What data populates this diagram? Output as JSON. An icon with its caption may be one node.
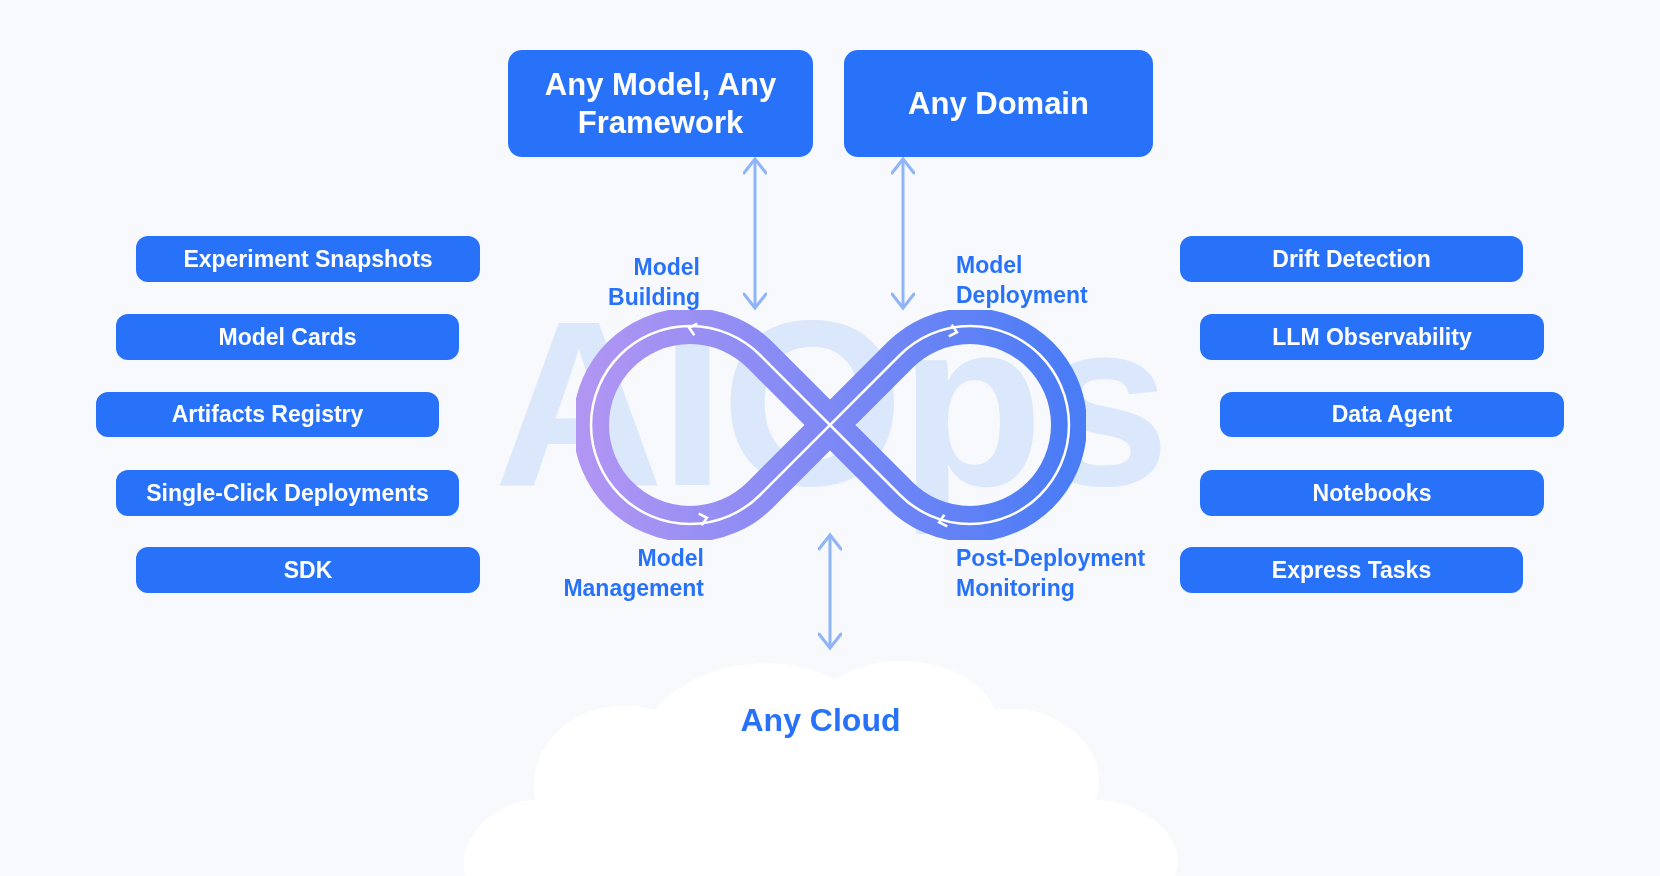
{
  "diagram": {
    "nodes": [
      {
        "text": [
          "Any Model, Any Framework"
        ]
      },
      {
        "text": [
          "Any Domain"
        ]
      },
      {
        "text": [
          "Experiment Snapshots"
        ]
      },
      {
        "text": [
          "Model Cards"
        ]
      },
      {
        "text": [
          "Artifacts Registry"
        ]
      },
      {
        "text": [
          "Single-Click Deployments"
        ]
      },
      {
        "text": [
          "SDK"
        ]
      },
      {
        "text": [
          "Drift Detection"
        ]
      },
      {
        "text": [
          "LLM Observability"
        ]
      },
      {
        "text": [
          "Data Agent"
        ]
      },
      {
        "text": [
          "Notebooks"
        ]
      },
      {
        "text": [
          "Express Tasks"
        ]
      },
      {
        "text": [],
        "shape": "picture"
      },
      {
        "text": [
          "Any Cloud"
        ]
      }
    ],
    "edges": [
      {
        "from": 0,
        "to": 12,
        "arrow": "both"
      },
      {
        "from": 1,
        "to": 12,
        "arrow": "both"
      },
      {
        "from": 12,
        "to": 13,
        "arrow": "both"
      }
    ],
    "labels": [
      "Model Building",
      "Model Deployment",
      "AIOps",
      "Model Management",
      "Post-Deployment Monitoring"
    ]
  }
}
